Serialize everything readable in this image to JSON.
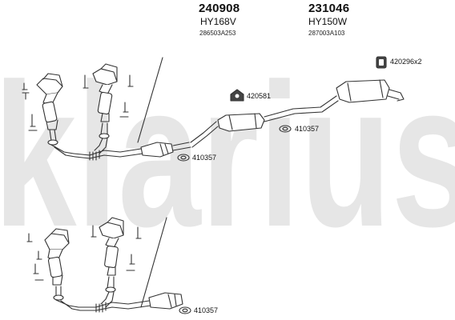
{
  "watermark": {
    "text": "klarius",
    "color": "#e6e6e6"
  },
  "catalogue": [
    {
      "part_number": "240908",
      "model_code": "HY168V",
      "oem_code": "286503A253"
    },
    {
      "part_number": "231046",
      "model_code": "HY150W",
      "oem_code": "287003A103"
    }
  ],
  "references": {
    "rear_hanger_kit": "420296x2",
    "mount_rubber": "420581",
    "gasket_rear": "410357",
    "gasket_front_upper": "410357",
    "gasket_front_lower": "410357"
  },
  "icons": {
    "rear_hanger": "hanger-bracket-icon",
    "mount": "rubber-mount-icon",
    "gasket": "gasket-ring-icon"
  },
  "colors": {
    "line": "#333333",
    "fill": "#ffffff",
    "text": "#111111"
  }
}
